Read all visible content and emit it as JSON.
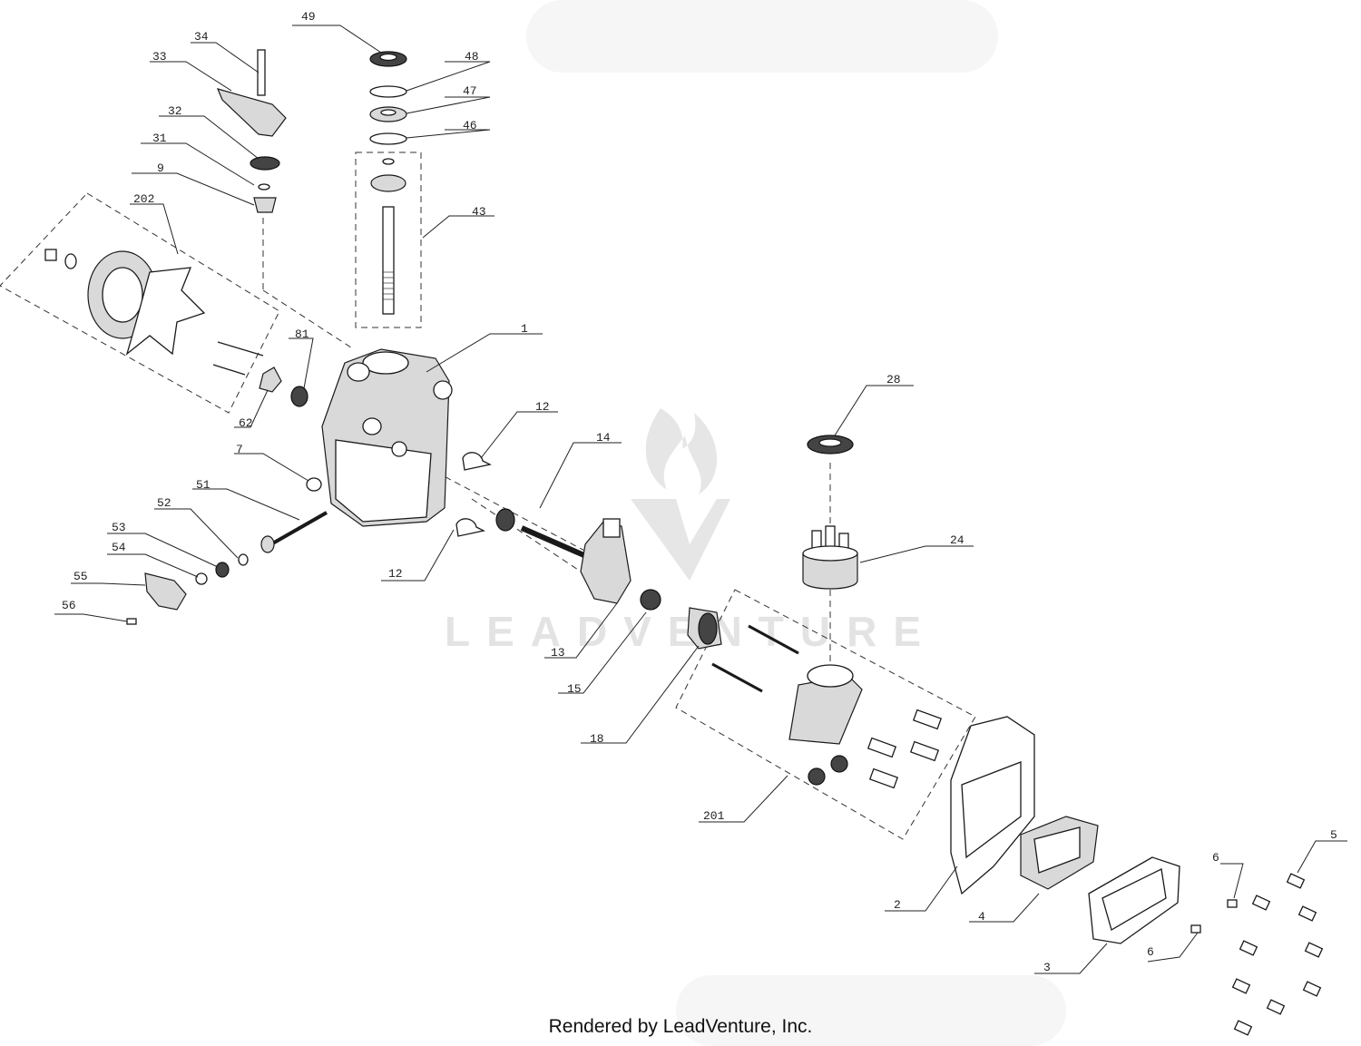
{
  "footer": {
    "credit": "Rendered by LeadVenture, Inc."
  },
  "watermark": {
    "text": "LEADVENTURE"
  },
  "callouts": [
    "49",
    "48",
    "47",
    "46",
    "43",
    "34",
    "33",
    "32",
    "31",
    "9",
    "202",
    "1",
    "81",
    "62",
    "7",
    "51",
    "52",
    "53",
    "54",
    "55",
    "56",
    "12",
    "12",
    "14",
    "13",
    "15",
    "18",
    "28",
    "24",
    "201",
    "2",
    "4",
    "3",
    "5",
    "6",
    "6"
  ]
}
